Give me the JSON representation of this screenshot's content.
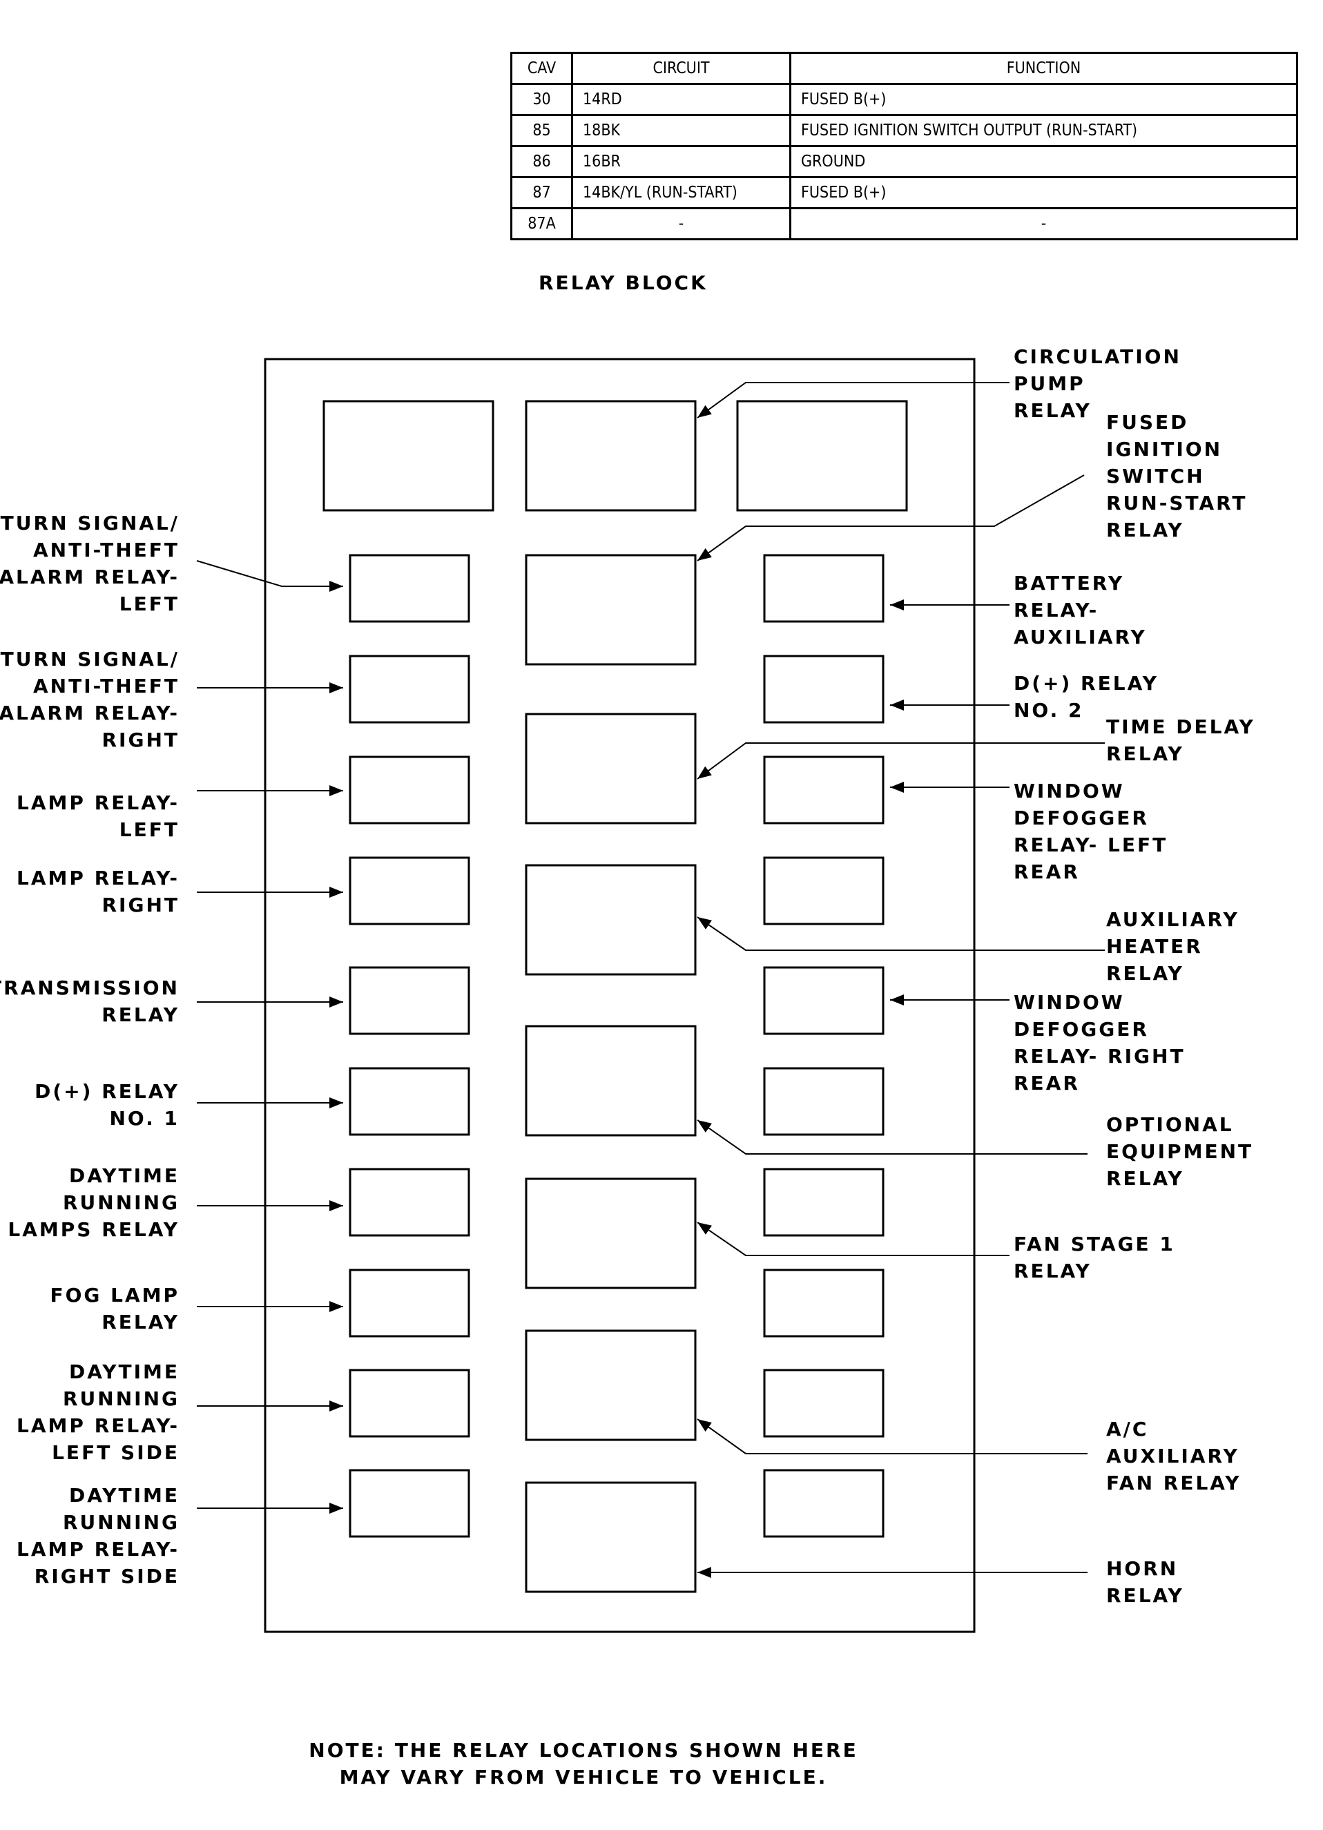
{
  "table": {
    "headers": [
      "CAV",
      "CIRCUIT",
      "FUNCTION"
    ],
    "rows": [
      [
        "30",
        "14RD",
        "FUSED B(+)"
      ],
      [
        "85",
        "18BK",
        "FUSED IGNITION SWITCH OUTPUT (RUN-START)"
      ],
      [
        "86",
        "16BR",
        "GROUND"
      ],
      [
        "87",
        "14BK/YL (RUN-START)",
        "FUSED B(+)"
      ],
      [
        "87A",
        "-",
        "-"
      ]
    ]
  },
  "heading": "RELAY BLOCK",
  "left_labels": [
    {
      "lines": [
        "TURN SIGNAL/",
        "ANTI-THEFT",
        "ALARM RELAY-",
        "LEFT"
      ]
    },
    {
      "lines": [
        "TURN SIGNAL/",
        "ANTI-THEFT",
        "ALARM RELAY-",
        "RIGHT"
      ]
    },
    {
      "lines": [
        "LAMP RELAY-",
        "LEFT"
      ]
    },
    {
      "lines": [
        "LAMP RELAY-",
        "RIGHT"
      ]
    },
    {
      "lines": [
        "TRANSMISSION",
        "RELAY"
      ]
    },
    {
      "lines": [
        "D(+) RELAY",
        "NO. 1"
      ]
    },
    {
      "lines": [
        "DAYTIME",
        "RUNNING",
        "LAMPS RELAY"
      ]
    },
    {
      "lines": [
        "FOG LAMP",
        "RELAY"
      ]
    },
    {
      "lines": [
        "DAYTIME",
        "RUNNING",
        "LAMP RELAY-",
        "LEFT SIDE"
      ]
    },
    {
      "lines": [
        "DAYTIME",
        "RUNNING",
        "LAMP RELAY-",
        "RIGHT SIDE"
      ]
    }
  ],
  "right_labels": [
    {
      "lines": [
        "CIRCULATION",
        "PUMP",
        "RELAY"
      ]
    },
    {
      "lines": [
        "FUSED",
        "IGNITION",
        "SWITCH",
        "RUN-START",
        "RELAY"
      ]
    },
    {
      "lines": [
        "BATTERY",
        "RELAY-",
        "AUXILIARY"
      ]
    },
    {
      "lines": [
        "D(+) RELAY",
        "NO. 2"
      ]
    },
    {
      "lines": [
        "TIME DELAY",
        "RELAY"
      ]
    },
    {
      "lines": [
        "WINDOW",
        "DEFOGGER",
        "RELAY- LEFT",
        "REAR"
      ]
    },
    {
      "lines": [
        "AUXILIARY",
        "HEATER",
        "RELAY"
      ]
    },
    {
      "lines": [
        "WINDOW",
        "DEFOGGER",
        "RELAY- RIGHT",
        "REAR"
      ]
    },
    {
      "lines": [
        "OPTIONAL",
        "EQUIPMENT",
        "RELAY"
      ]
    },
    {
      "lines": [
        "FAN STAGE 1",
        "RELAY"
      ]
    },
    {
      "lines": [
        "A/C",
        "AUXILIARY",
        "FAN RELAY"
      ]
    },
    {
      "lines": [
        "HORN",
        "RELAY"
      ]
    }
  ],
  "note": [
    "NOTE: THE RELAY LOCATIONS SHOWN HERE",
    "MAY VARY FROM VEHICLE TO VEHICLE."
  ]
}
